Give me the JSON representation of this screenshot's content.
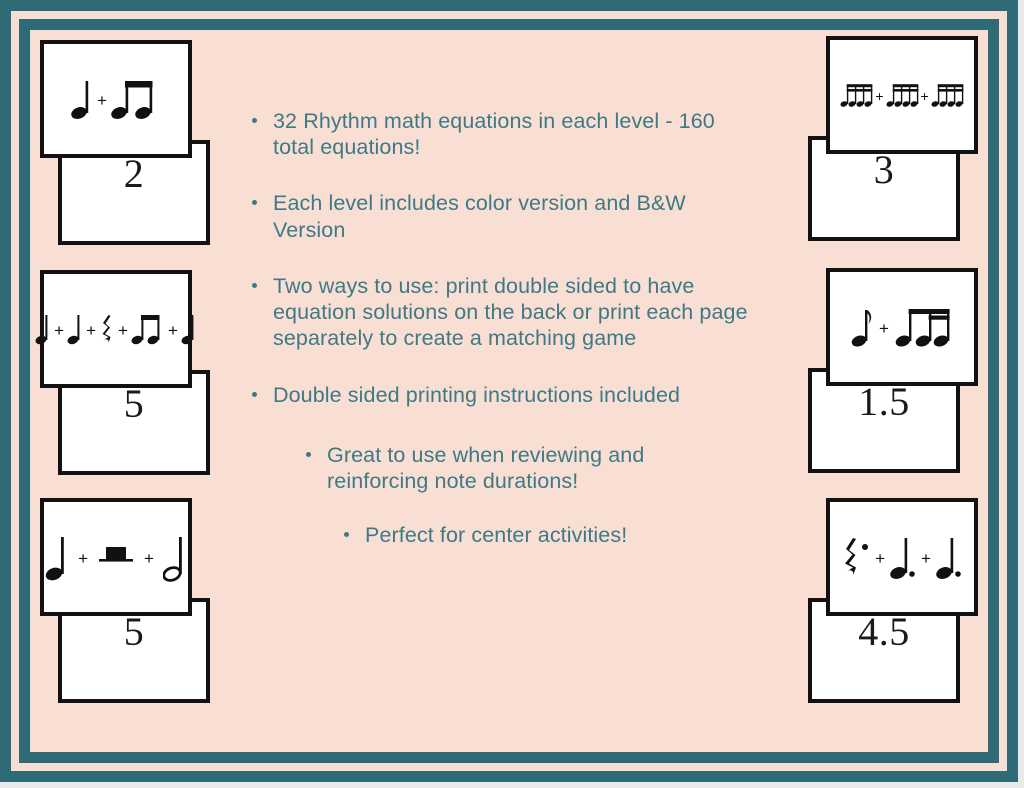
{
  "colors": {
    "frame_teal": "#2f6b77",
    "background_pink": "#f8ded3",
    "text_teal": "#3e7a86",
    "card_border": "#121212",
    "card_face": "#ffffff"
  },
  "bullets": [
    {
      "text": "32 Rhythm math equations in each level - 160 total equations!",
      "indent": 1
    },
    {
      "text": "Each level includes color version and B&W Version",
      "indent": 1
    },
    {
      "text": "Two ways to use: print double sided to have equation solutions on the back or print each page separately to create a matching game",
      "indent": 1
    },
    {
      "text": "Double sided printing instructions included",
      "indent": 1
    },
    {
      "text": "Great to use when reviewing and reinforcing note durations!",
      "indent": 2
    },
    {
      "text": "Perfect for center activities!",
      "indent": 3
    }
  ],
  "cards": [
    {
      "id": "card-pair-1",
      "column": "left",
      "answer": "2",
      "equation_terms": [
        "quarter-note",
        "beamed-eighth-pair"
      ],
      "equation_description": "quarter note + two beamed eighth notes"
    },
    {
      "id": "card-pair-2",
      "column": "left",
      "answer": "5",
      "equation_terms": [
        "quarter-note",
        "quarter-note",
        "quarter-rest",
        "beamed-eighth-pair",
        "quarter-note"
      ],
      "equation_description": "quarter + quarter + quarter rest + two beamed eighths + quarter"
    },
    {
      "id": "card-pair-3",
      "column": "left",
      "answer": "5",
      "equation_terms": [
        "quarter-note",
        "whole-rest",
        "half-note"
      ],
      "equation_description": "quarter note + whole rest + half note"
    },
    {
      "id": "card-pair-4",
      "column": "right",
      "answer": "3",
      "equation_terms": [
        "beamed-sixteenth-group",
        "beamed-sixteenth-group",
        "beamed-sixteenth-group"
      ],
      "equation_description": "three groups of four beamed sixteenth notes"
    },
    {
      "id": "card-pair-5",
      "column": "right",
      "answer": "1.5",
      "equation_terms": [
        "eighth-note",
        "beamed-eighth-two-sixteenths"
      ],
      "equation_description": "eighth note + beamed eighth with two sixteenths"
    },
    {
      "id": "card-pair-6",
      "column": "right",
      "answer": "4.5",
      "equation_terms": [
        "dotted-quarter-rest",
        "dotted-quarter-note",
        "dotted-quarter-note"
      ],
      "equation_description": "dotted quarter rest + dotted quarter note + dotted quarter note"
    }
  ],
  "operator": "+"
}
